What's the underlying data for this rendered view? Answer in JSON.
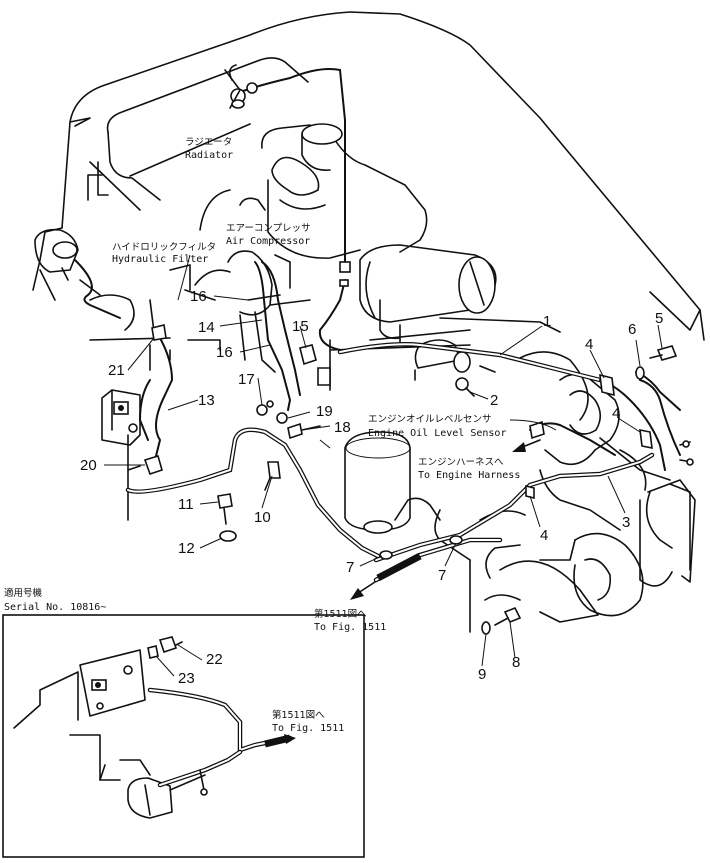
{
  "labels": {
    "radiator_jp": "ラジエータ",
    "radiator_en": "Radiator",
    "air_compressor_jp": "エアーコンプレッサ",
    "air_compressor_en": "Air Compressor",
    "hydraulic_filter_jp": "ハイドロリックフィルタ",
    "hydraulic_filter_en": "Hydraulic Filter",
    "oil_sensor_jp": "エンジンオイルレベルセンサ",
    "oil_sensor_en": "Engine Oil Level Sensor",
    "harness_jp": "エンジンハーネスへ",
    "harness_en": "To Engine Harness",
    "fig_jp": "第1511図へ",
    "fig_en": "To Fig. 1511",
    "inset_fig_jp": "第1511図へ",
    "inset_fig_en": "To Fig. 1511",
    "serial_jp": "適用号機",
    "serial_en": "Serial No. 10816~"
  },
  "part_numbers": [
    "1",
    "2",
    "3",
    "4",
    "4",
    "4",
    "5",
    "6",
    "7",
    "7",
    "8",
    "9",
    "10",
    "11",
    "12",
    "13",
    "14",
    "15",
    "16",
    "16",
    "17",
    "18",
    "19",
    "20",
    "21",
    "22",
    "23"
  ]
}
